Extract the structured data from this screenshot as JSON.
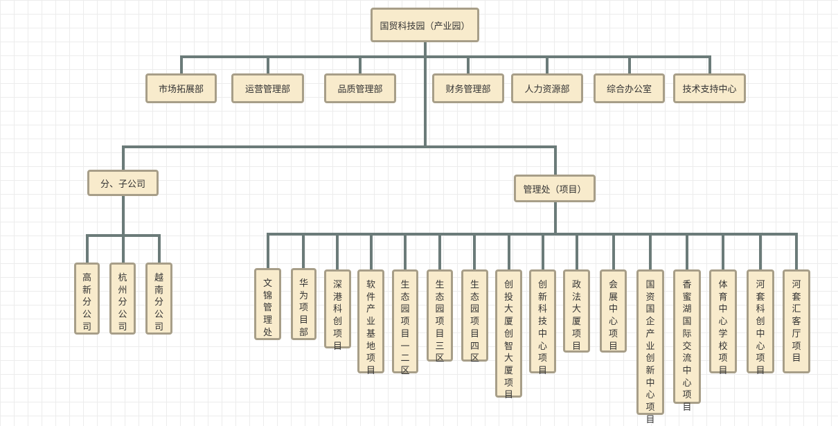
{
  "root": "国贸科技园（产业园）",
  "departments": [
    "市场拓展部",
    "运营管理部",
    "品质管理部",
    "财务管理部",
    "人力资源部",
    "综合办公室",
    "技术支持中心"
  ],
  "branches": {
    "title": "分、子公司",
    "children": [
      "高新分公司",
      "杭州分公司",
      "越南分公司"
    ]
  },
  "management": {
    "title": "管理处（项目）",
    "projects": [
      "文锦管理处",
      "华为项目部",
      "深港科创项目",
      "软件产业基地项目",
      "生态园项目一二区",
      "生态园项目三区",
      "生态园项目四区",
      "创投大厦创智大厦项目",
      "创新科技中心项目",
      "政法大厦项目",
      "会展中心项目",
      "国资国企产业创新中心项目",
      "香蜜湖国际交流中心项目",
      "体育中心学校项目",
      "河套科创中心项目",
      "河套汇客厅项目"
    ]
  },
  "colors": {
    "connector": "#6b7b79",
    "node_fill": "#f8ebcc",
    "node_border": "#a79e88",
    "text": "#333333"
  }
}
